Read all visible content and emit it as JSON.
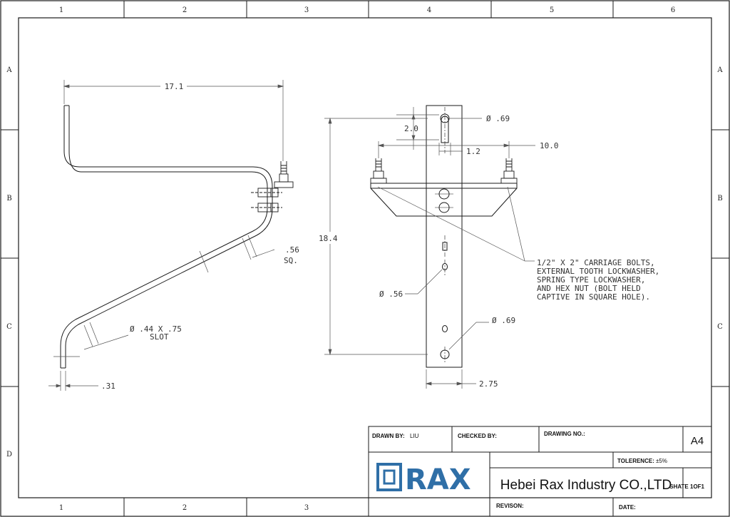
{
  "colors": {
    "line": "#1a1a1a",
    "dim_line": "#555555",
    "logo_blue": "#2f6fa7"
  },
  "frame": {
    "cols_top": [
      "1",
      "2",
      "3",
      "4",
      "5",
      "6"
    ],
    "cols_bottom": [
      "1",
      "2",
      "3"
    ],
    "rows_left": [
      "A",
      "B",
      "C",
      "D"
    ],
    "rows_right": [
      "A",
      "B",
      "C"
    ]
  },
  "side_view": {
    "dim_width": "17.1",
    "dim_square": ".56",
    "dim_square_note": "SQ.",
    "dim_slot": "Ø .44 X .75",
    "dim_slot_note": "SLOT",
    "dim_thickness": ".31"
  },
  "front_view": {
    "dim_hole_top": "Ø .69",
    "dim_offset": "2.0",
    "dim_hole_spacing": "1.2",
    "dim_span": "10.0",
    "dim_height": "18.4",
    "dim_mid_hole": "Ø .56",
    "dim_bottom_hole": "Ø .69",
    "dim_bar_width": "2.75",
    "note_lines": [
      "1/2\" X 2\" CARRIAGE BOLTS,",
      "EXTERNAL TOOTH LOCKWASHER,",
      "SPRING TYPE LOCKWASHER,",
      "AND HEX NUT (BOLT HELD",
      "CAPTIVE IN SQUARE HOLE)."
    ]
  },
  "title_block": {
    "drawn_by_label": "DRAWN BY:",
    "drawn_by_value": "LIU",
    "checked_by_label": "CHECKED BY:",
    "drawing_no_label": "DRAWING NO.:",
    "size": "A4",
    "tolerance_label": "TOLERENCE:",
    "tolerance_value": "±5%",
    "logo_text": "RAX",
    "company": "Hebei Rax Industry CO.,LTD",
    "sheet": "SHATE 1OF1",
    "revision_label": "REVISON:",
    "date_label": "DATE:"
  }
}
